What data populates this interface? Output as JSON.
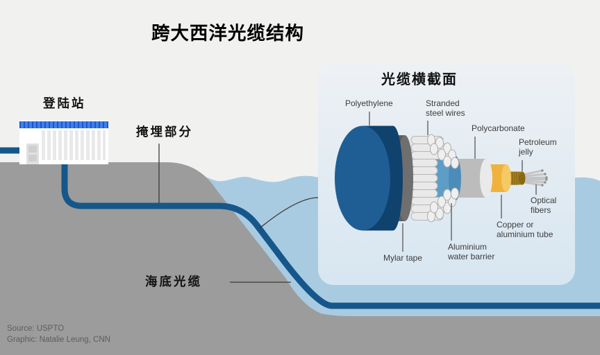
{
  "title": "跨大西洋光缆结构",
  "scene": {
    "landing_station_label": "登陆站",
    "buried_section_label": "掩埋部分",
    "submarine_cable_label": "海底光缆"
  },
  "inset": {
    "title": "光缆横截面",
    "layers": [
      {
        "id": "polyethylene",
        "label_lines": [
          "Polyethylene"
        ],
        "color": "#1e5e94"
      },
      {
        "id": "stranded-steel-wires",
        "label_lines": [
          "Stranded",
          "steel wires"
        ],
        "color": "#e9e9e9"
      },
      {
        "id": "polycarbonate",
        "label_lines": [
          "Polycarbonate"
        ],
        "color": "#bcbcbc"
      },
      {
        "id": "petroleum-jelly",
        "label_lines": [
          "Petroleum",
          "jelly"
        ],
        "color": "#a8801e"
      },
      {
        "id": "optical-fibers",
        "label_lines": [
          "Optical",
          "fibers"
        ],
        "color": "#c4c4c4"
      },
      {
        "id": "copper-aluminium-tube",
        "label_lines": [
          "Copper or",
          "aluminium tube"
        ],
        "color": "#efb23c"
      },
      {
        "id": "aluminium-water-barrier",
        "label_lines": [
          "Aluminium",
          "water barrier"
        ],
        "color": "#5e9dc6"
      },
      {
        "id": "mylar-tape",
        "label_lines": [
          "Mylar tape"
        ],
        "color": "#5d5d5d"
      }
    ]
  },
  "footer": {
    "source": "Source: USPTO",
    "credit": "Graphic: Natalie Leung, CNN"
  },
  "colors": {
    "bg": "#f1f1f0",
    "land": "#9c9c9c",
    "water": "#a9cbe1",
    "cable": "#15578a",
    "panel_top": "#eef1f4",
    "panel_bottom": "#d7e6f1",
    "roof": "#4080e8",
    "roof_tick": "#1d57cf",
    "building": "#ffffff",
    "callout": "#4a4a4a",
    "label_text": "#3c3c3c",
    "footer_text": "#5d5d5d",
    "title_text": "#000000"
  }
}
